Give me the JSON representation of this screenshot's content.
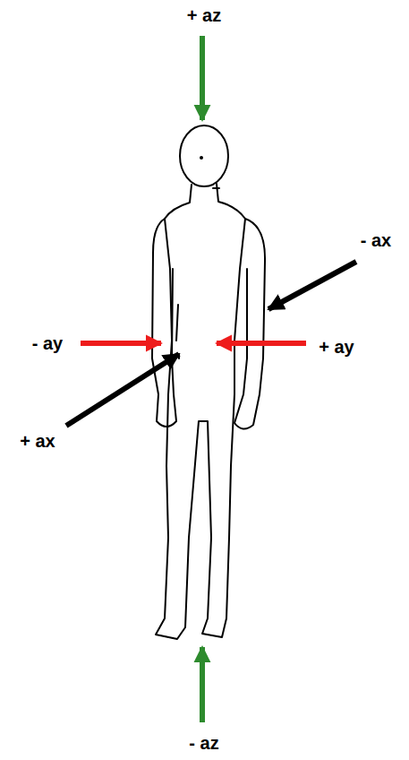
{
  "diagram": {
    "labels": [
      "+ az",
      "- ax",
      "- ay",
      "+ ay",
      "+ ax",
      "- az"
    ]
  }
}
